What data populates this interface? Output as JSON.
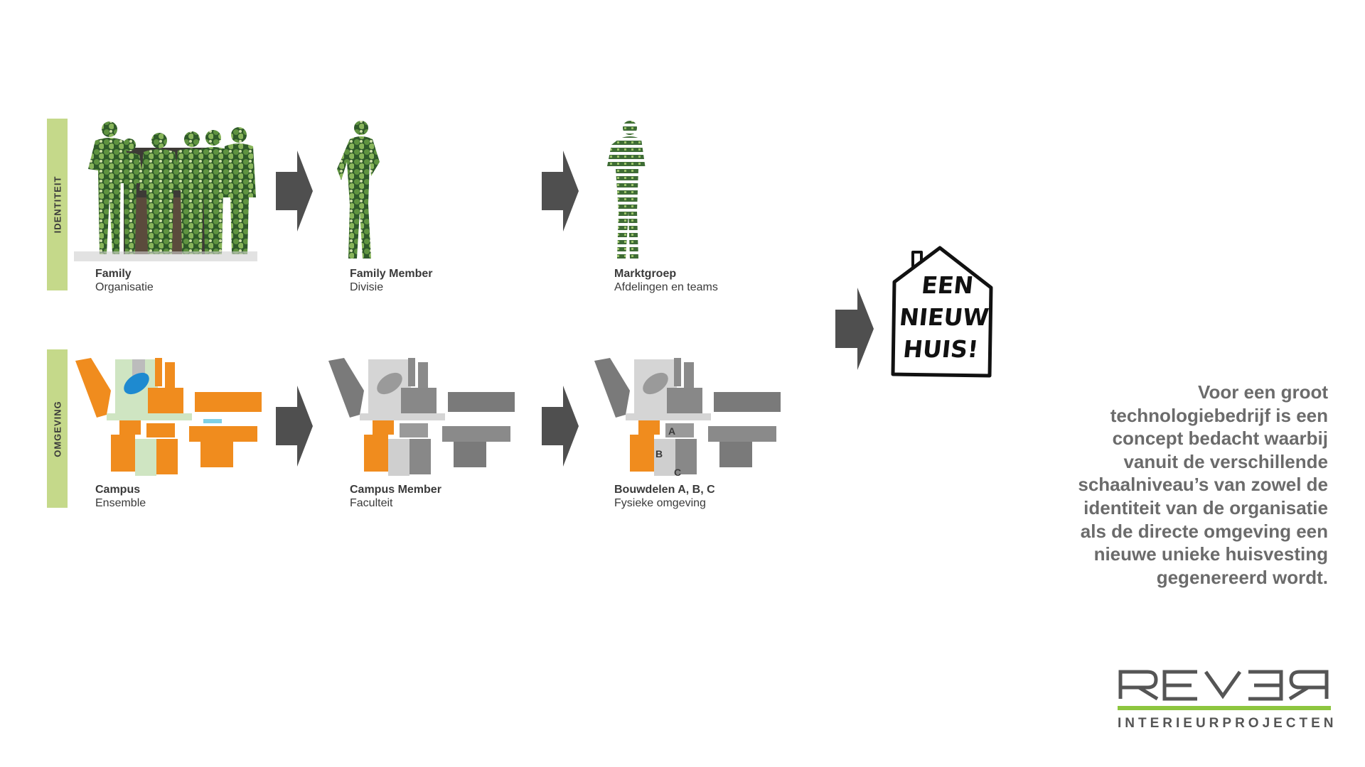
{
  "rows": {
    "identity_label": "IDENTITEIT",
    "environment_label": "OMGEVING"
  },
  "steps": {
    "identity": [
      {
        "title": "Family",
        "subtitle": "Organisatie"
      },
      {
        "title": "Family Member",
        "subtitle": "Divisie"
      },
      {
        "title": "Marktgroep",
        "subtitle": "Afdelingen en teams"
      }
    ],
    "environment": [
      {
        "title": "Campus",
        "subtitle": "Ensemble"
      },
      {
        "title": "Campus Member",
        "subtitle": "Faculteit"
      },
      {
        "title": "Bouwdelen A, B, C",
        "subtitle": "Fysieke omgeving"
      }
    ]
  },
  "plan_labels": {
    "a": "A",
    "b": "B",
    "c": "C"
  },
  "house": {
    "lines": [
      "EEN",
      "NIEUW",
      "HUIS!"
    ]
  },
  "description": {
    "lines": [
      "Voor een groot",
      "technologiebedrijf is een",
      "concept bedacht waarbij",
      "vanuit de verschillende",
      "schaalniveau’s van zowel de",
      "identiteit van de organisatie",
      "als de directe omgeving een",
      "nieuwe unieke huisvesting",
      "gegenereerd wordt."
    ]
  },
  "logo": {
    "name": "REVER",
    "tagline": "INTERIEURPROJECTEN"
  },
  "colors": {
    "band": "#c5d98a",
    "orange": "#f08c1e",
    "arrow": "#4f4f4f",
    "logo_green": "#8dc63f"
  }
}
